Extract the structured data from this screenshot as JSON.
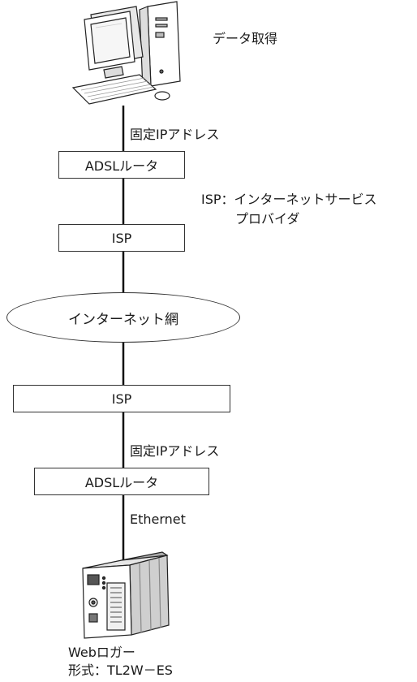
{
  "pc": {
    "label": "データ取得"
  },
  "link_top": {
    "label": "固定IPアドレス"
  },
  "router_top": {
    "label": "ADSLルータ"
  },
  "isp_note": {
    "line1": "ISP：インターネットサービス",
    "line2": "プロバイダ"
  },
  "isp_top": {
    "label": "ISP"
  },
  "internet": {
    "label": "インターネット網"
  },
  "isp_bottom": {
    "label": "ISP"
  },
  "link_bottom": {
    "label": "固定IPアドレス"
  },
  "router_bottom": {
    "label": "ADSLルータ"
  },
  "ethernet": {
    "label": "Ethernet"
  },
  "logger": {
    "name": "Webロガー",
    "model": "形式：TL2W－ES"
  }
}
